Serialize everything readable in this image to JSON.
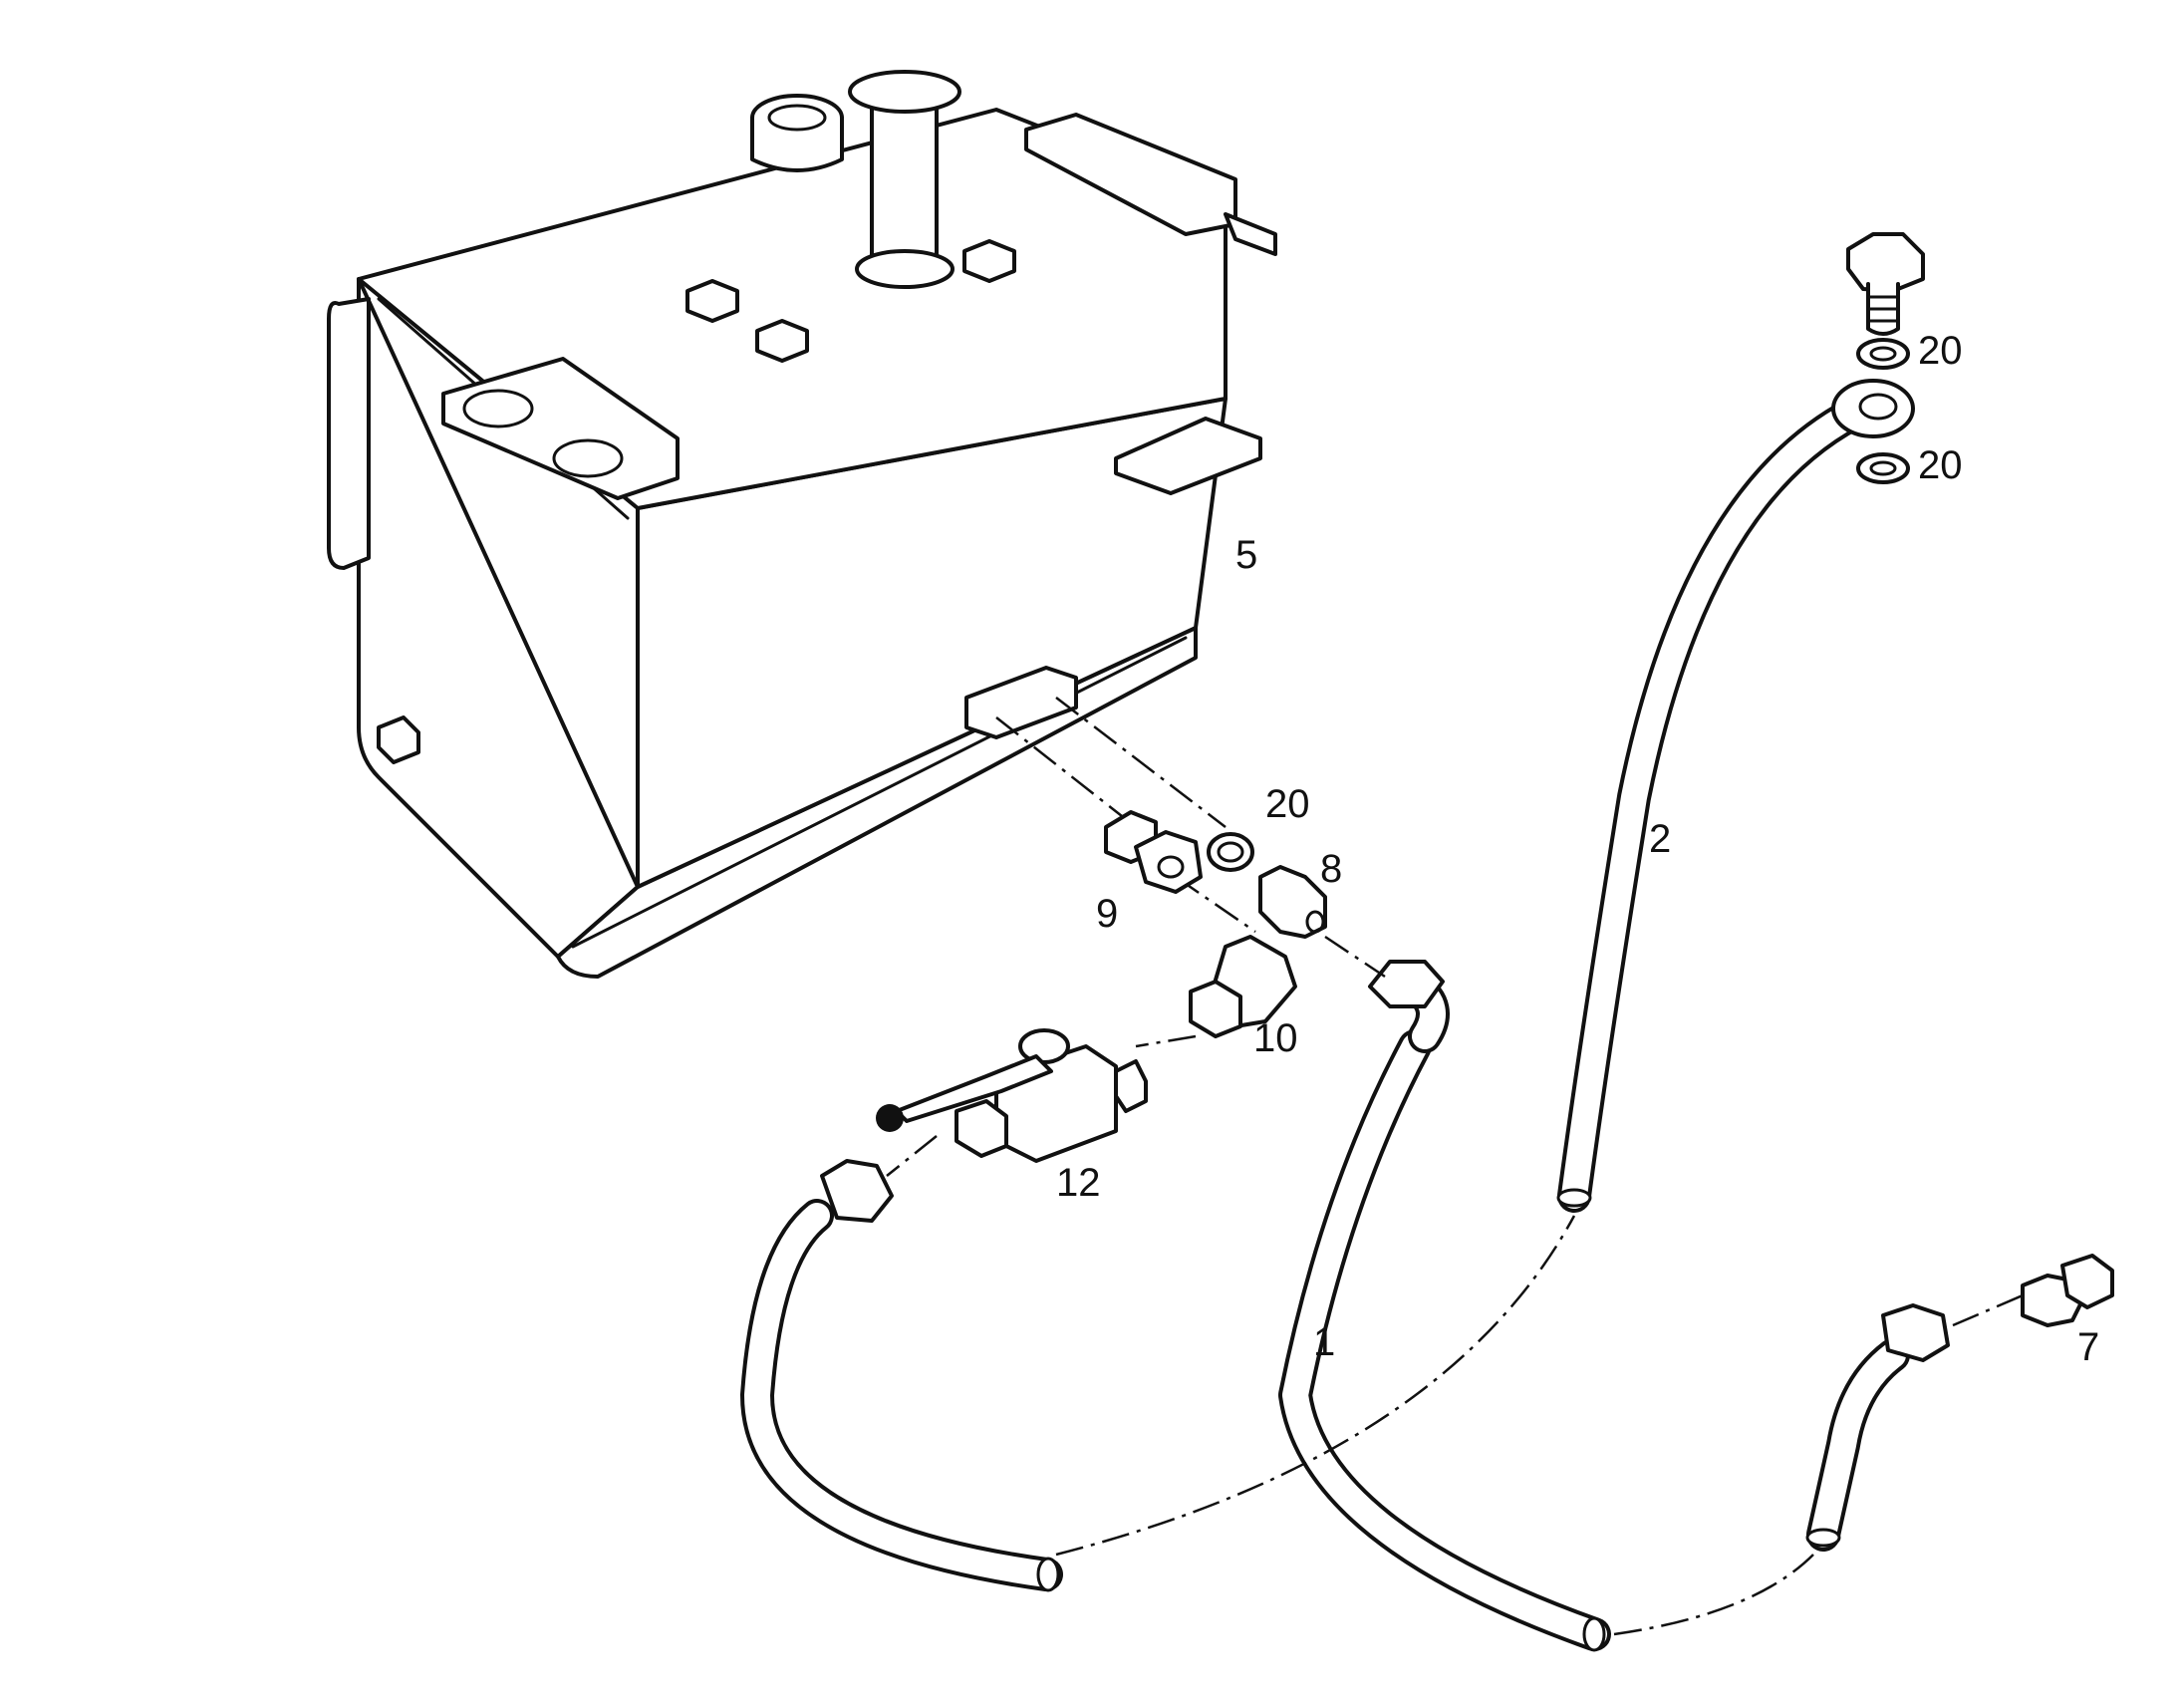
{
  "callouts": {
    "tank": "5",
    "hose_main": "1",
    "hose_return": "2",
    "washer_top": "20",
    "washer_bottom": "20",
    "washer_center": "20",
    "adapter": "8",
    "nut_union": "9",
    "elbow": "10",
    "ball_valve": "12",
    "end_fitting": "7"
  },
  "colors": {
    "line": "#111111",
    "paper": "#ffffff"
  }
}
